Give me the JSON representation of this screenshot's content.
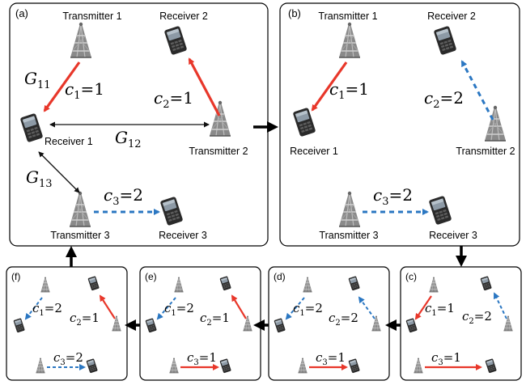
{
  "colors": {
    "red": "#e8372a",
    "blue": "#2b77c2",
    "black": "#111111",
    "tower": "#777777",
    "phone": "#2a2a2a"
  },
  "panels": {
    "a": {
      "label": "(a)",
      "tx1": "Transmitter 1",
      "tx2": "Transmitter 2",
      "tx3": "Transmitter 3",
      "rx1": "Receiver 1",
      "rx2": "Receiver 2",
      "rx3": "Receiver 3",
      "g11": {
        "base": "G",
        "sub": "11"
      },
      "g12": {
        "base": "G",
        "sub": "12"
      },
      "g13": {
        "base": "G",
        "sub": "13"
      },
      "c1": {
        "var": "c",
        "sub": "1",
        "eq": "=",
        "val": "1"
      },
      "c2": {
        "var": "c",
        "sub": "2",
        "eq": "=",
        "val": "1"
      },
      "c3": {
        "var": "c",
        "sub": "3",
        "eq": "=",
        "val": "2"
      }
    },
    "b": {
      "label": "(b)",
      "tx1": "Transmitter 1",
      "tx2": "Transmitter 2",
      "tx3": "Transmitter 3",
      "rx1": "Receiver 1",
      "rx2": "Receiver 2",
      "rx3": "Receiver 3",
      "c1": {
        "var": "c",
        "sub": "1",
        "eq": "=",
        "val": "1"
      },
      "c2": {
        "var": "c",
        "sub": "2",
        "eq": "=",
        "val": "2"
      },
      "c3": {
        "var": "c",
        "sub": "3",
        "eq": "=",
        "val": "2"
      }
    },
    "c": {
      "label": "(c)",
      "c1": {
        "var": "c",
        "sub": "1",
        "eq": "=",
        "val": "1"
      },
      "c2": {
        "var": "c",
        "sub": "2",
        "eq": "=",
        "val": "2"
      },
      "c3": {
        "var": "c",
        "sub": "3",
        "eq": "=",
        "val": "1"
      }
    },
    "d": {
      "label": "(d)",
      "c1": {
        "var": "c",
        "sub": "1",
        "eq": "=",
        "val": "2"
      },
      "c2": {
        "var": "c",
        "sub": "2",
        "eq": "=",
        "val": "2"
      },
      "c3": {
        "var": "c",
        "sub": "3",
        "eq": "=",
        "val": "1"
      }
    },
    "e": {
      "label": "(e)",
      "c1": {
        "var": "c",
        "sub": "1",
        "eq": "=",
        "val": "2"
      },
      "c2": {
        "var": "c",
        "sub": "2",
        "eq": "=",
        "val": "1"
      },
      "c3": {
        "var": "c",
        "sub": "3",
        "eq": "=",
        "val": "1"
      }
    },
    "f": {
      "label": "(f)",
      "c1": {
        "var": "c",
        "sub": "1",
        "eq": "=",
        "val": "2"
      },
      "c2": {
        "var": "c",
        "sub": "2",
        "eq": "=",
        "val": "1"
      },
      "c3": {
        "var": "c",
        "sub": "3",
        "eq": "=",
        "val": "2"
      }
    }
  }
}
